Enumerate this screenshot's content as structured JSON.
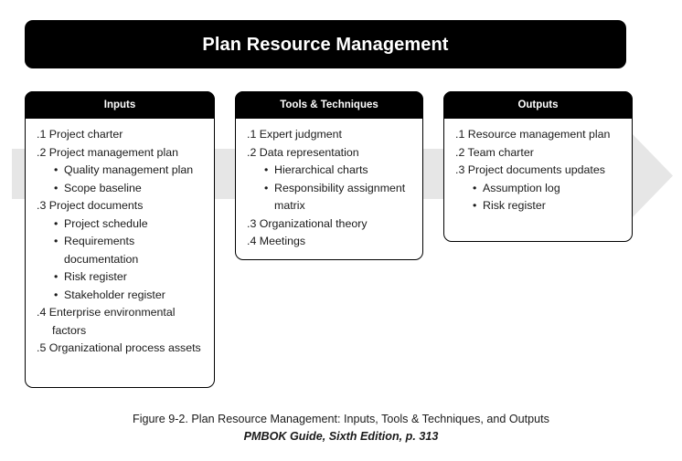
{
  "figure": {
    "title": "Plan Resource Management",
    "caption_line1": "Figure 9-2. Plan Resource Management: Inputs, Tools & Techniques, and Outputs",
    "caption_line2": "PMBOK Guide, Sixth Edition, p. 313"
  },
  "colors": {
    "banner_background": "#000000",
    "banner_text": "#ffffff",
    "column_header_background": "#000000",
    "column_header_text": "#ffffff",
    "body_text": "#1a1a1a",
    "box_border": "#000000",
    "page_background": "#ffffff",
    "arrow_fill": "#e6e6e6"
  },
  "columns": [
    {
      "key": "inputs",
      "header": "Inputs",
      "items": [
        {
          "level": 1,
          "text": ".1 Project charter"
        },
        {
          "level": 1,
          "text": ".2 Project management plan"
        },
        {
          "level": 2,
          "text": "Quality management plan"
        },
        {
          "level": 2,
          "text": "Scope baseline"
        },
        {
          "level": 1,
          "text": ".3 Project documents"
        },
        {
          "level": 2,
          "text": "Project schedule"
        },
        {
          "level": 2,
          "text": "Requirements documentation"
        },
        {
          "level": 2,
          "text": "Risk register"
        },
        {
          "level": 2,
          "text": "Stakeholder register"
        },
        {
          "level": 1,
          "text": ".4 Enterprise environmental factors"
        },
        {
          "level": 1,
          "text": ".5 Organizational process assets"
        }
      ]
    },
    {
      "key": "tools",
      "header": "Tools & Techniques",
      "items": [
        {
          "level": 1,
          "text": ".1 Expert judgment"
        },
        {
          "level": 1,
          "text": ".2 Data representation"
        },
        {
          "level": 2,
          "text": "Hierarchical charts"
        },
        {
          "level": 2,
          "text": "Responsibility assignment matrix"
        },
        {
          "level": 1,
          "text": ".3 Organizational theory"
        },
        {
          "level": 1,
          "text": ".4 Meetings"
        }
      ]
    },
    {
      "key": "outputs",
      "header": "Outputs",
      "items": [
        {
          "level": 1,
          "text": ".1 Resource management plan"
        },
        {
          "level": 1,
          "text": ".2 Team charter"
        },
        {
          "level": 1,
          "text": ".3 Project documents updates"
        },
        {
          "level": 2,
          "text": "Assumption log"
        },
        {
          "level": 2,
          "text": "Risk register"
        }
      ]
    }
  ],
  "arrow": {
    "name": "process-flow-arrow",
    "direction": "right"
  }
}
